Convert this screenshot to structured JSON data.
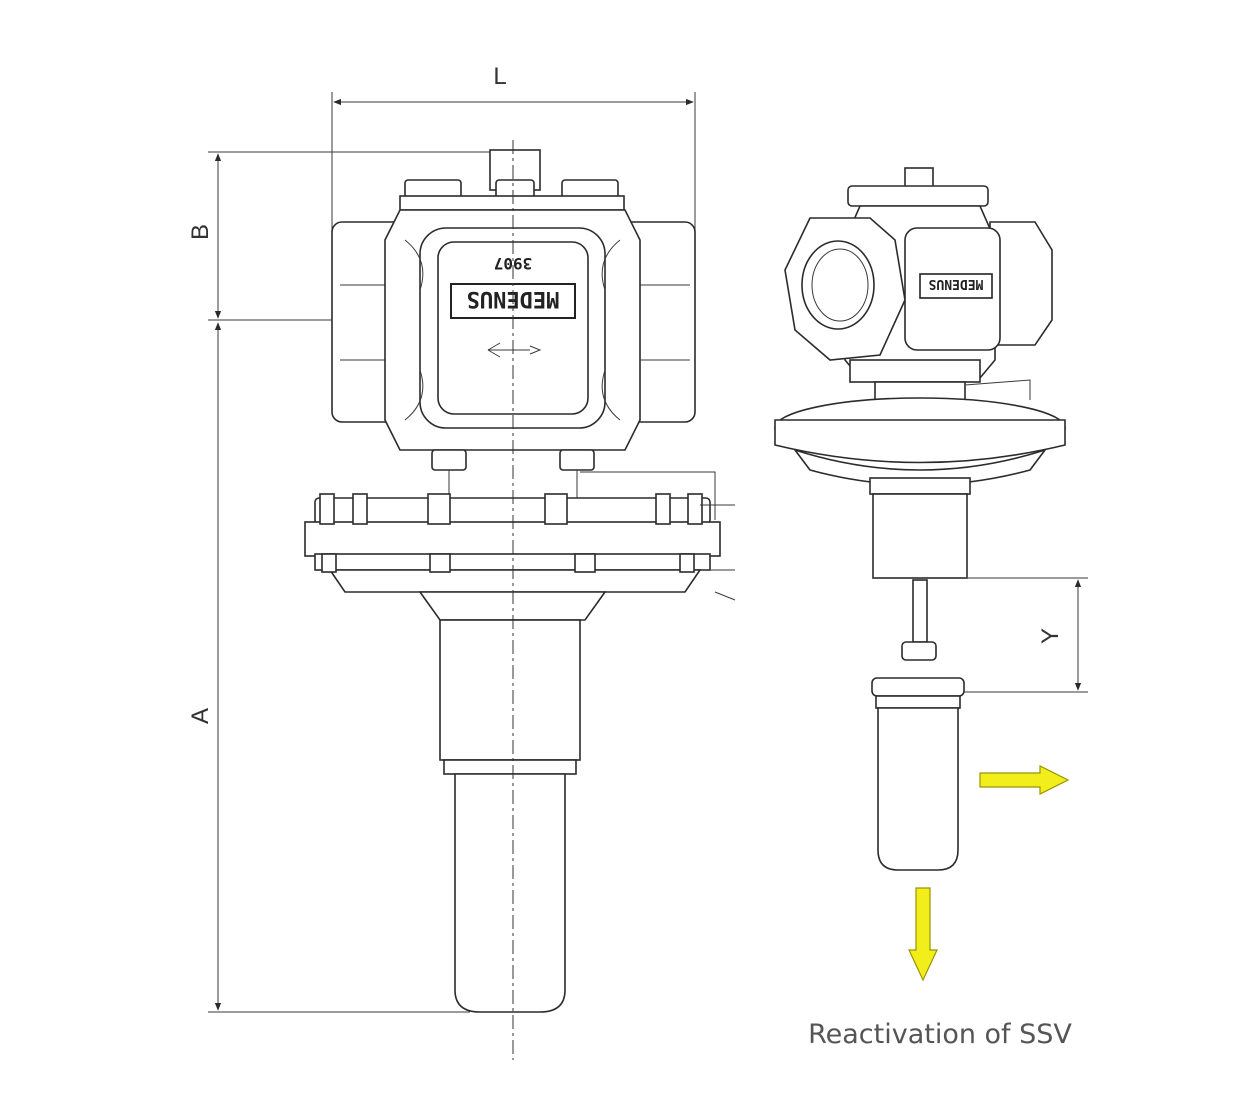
{
  "dimensions": {
    "length_label": "L",
    "height_upper_label": "B",
    "height_total_label": "A",
    "stroke_label": "Y"
  },
  "nameplate": {
    "brand": "MEDENUS",
    "model": "3907"
  },
  "caption": "Reactivation of SSV",
  "colors": {
    "arrow": "#f2ee1c",
    "arrow_outline": "#9a9400",
    "line": "#2b2b2b"
  }
}
